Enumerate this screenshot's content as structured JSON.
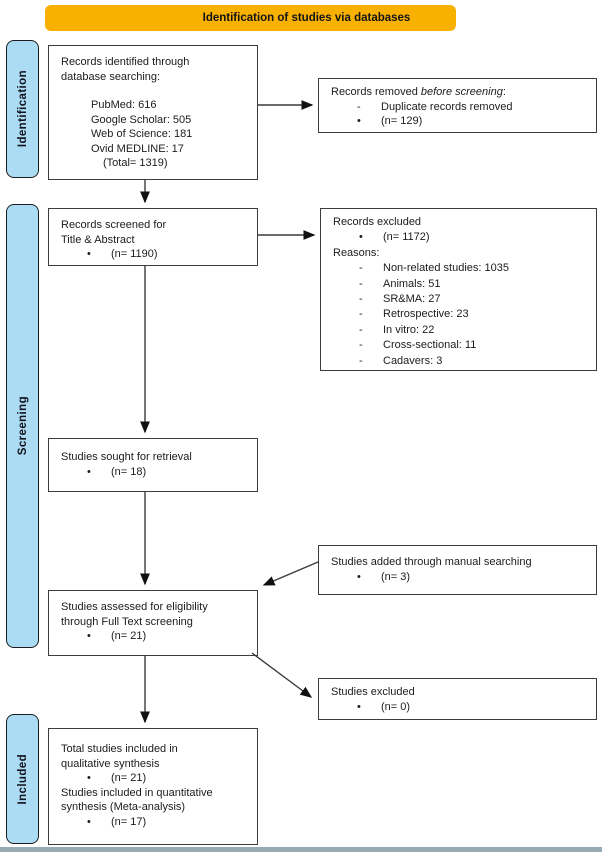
{
  "header": {
    "title": "Identification of studies via databases",
    "bg_color": "#F8B100"
  },
  "sidebar": {
    "bg_color": "#ABDCF4",
    "items": [
      {
        "label": "Identification"
      },
      {
        "label": "Screening"
      },
      {
        "label": "Included"
      }
    ]
  },
  "boxes": {
    "records_identified": {
      "lines": [
        {
          "k": "p",
          "t": "Records identified through"
        },
        {
          "k": "p",
          "t": "database searching:"
        },
        {
          "k": "gap"
        },
        {
          "k": "i1",
          "t": "PubMed: 616"
        },
        {
          "k": "i1",
          "t": "Google Scholar: 505"
        },
        {
          "k": "i1",
          "t": "Web of Science: 181"
        },
        {
          "k": "i1",
          "t": "Ovid MEDLINE: 17"
        },
        {
          "k": "i2",
          "t": "(Total= 1319)"
        }
      ]
    },
    "records_removed": {
      "lines": [
        {
          "k": "p",
          "parts": [
            {
              "t": "Records removed "
            },
            {
              "t": "before screening",
              "i": true
            },
            {
              "t": ":"
            }
          ]
        },
        {
          "k": "d",
          "t": "Duplicate records removed"
        },
        {
          "k": "b",
          "t": "(n= 129)"
        }
      ]
    },
    "records_screened": {
      "lines": [
        {
          "k": "p",
          "t": "Records screened for"
        },
        {
          "k": "p",
          "t": "Title & Abstract"
        },
        {
          "k": "b",
          "t": "(n= 1190)"
        }
      ]
    },
    "records_excluded": {
      "lines": [
        {
          "k": "p",
          "t": "Records excluded"
        },
        {
          "k": "b",
          "t": "(n= 1172)"
        },
        {
          "k": "p",
          "t": "Reasons:"
        },
        {
          "k": "d",
          "t": "Non-related studies: 1035"
        },
        {
          "k": "d",
          "t": "Animals: 51"
        },
        {
          "k": "d",
          "t": "SR&MA: 27"
        },
        {
          "k": "d",
          "t": "Retrospective: 23"
        },
        {
          "k": "d",
          "t": "In vitro: 22"
        },
        {
          "k": "d",
          "t": "Cross-sectional: 11"
        },
        {
          "k": "d",
          "t": "Cadavers: 3"
        }
      ]
    },
    "studies_sought": {
      "lines": [
        {
          "k": "p",
          "t": "Studies sought for retrieval"
        },
        {
          "k": "b",
          "t": "(n= 18)"
        }
      ]
    },
    "studies_added_manual": {
      "lines": [
        {
          "k": "p",
          "t": "Studies added through manual searching"
        },
        {
          "k": "b",
          "t": "(n= 3)"
        }
      ]
    },
    "studies_assessed": {
      "lines": [
        {
          "k": "p",
          "t": "Studies assessed for eligibility"
        },
        {
          "k": "p",
          "t": "through Full Text screening"
        },
        {
          "k": "b",
          "t": "(n= 21)"
        }
      ]
    },
    "studies_excluded": {
      "lines": [
        {
          "k": "p",
          "t": "Studies excluded"
        },
        {
          "k": "b",
          "t": "(n= 0)"
        }
      ]
    },
    "studies_included": {
      "lines": [
        {
          "k": "p",
          "t": "Total studies included in"
        },
        {
          "k": "p",
          "t": "qualitative synthesis"
        },
        {
          "k": "b",
          "t": "(n= 21)"
        },
        {
          "k": "p",
          "t": "Studies included in quantitative"
        },
        {
          "k": "p",
          "t": "synthesis (Meta-analysis)"
        },
        {
          "k": "b",
          "t": "(n= 17)"
        }
      ]
    }
  }
}
